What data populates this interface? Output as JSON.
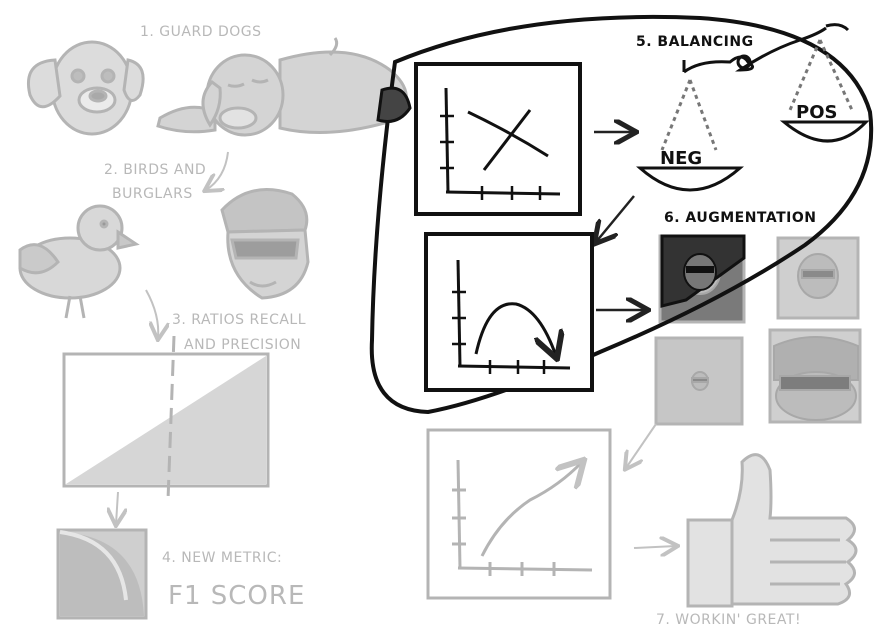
{
  "labels": {
    "guard_dogs": "1. GUARD DOGS",
    "birds_burglars_1": "2. BIRDS AND",
    "birds_burglars_2": "BURGLARS",
    "ratios_1": "3. RATIOS RECALL",
    "ratios_2": "AND PRECISION",
    "new_metric": "4. NEW METRIC:",
    "f1_score": "F1 SCORE",
    "balancing": "5. BALANCING",
    "neg": "NEG",
    "pos": "POS",
    "augmentation": "6. AUGMENTATION",
    "workin_great": "7. WORKIN' GREAT!"
  },
  "colors": {
    "faded": "#b8b8b8",
    "faded_fill": "#d9d9d9",
    "ink": "#111111"
  }
}
